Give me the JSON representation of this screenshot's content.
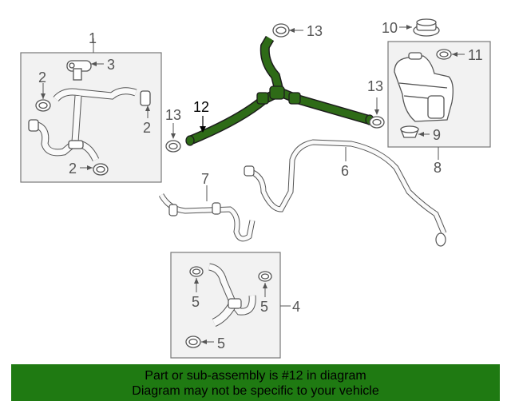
{
  "callouts": {
    "c1": "1",
    "c2a": "2",
    "c2b": "2",
    "c2c": "2",
    "c3": "3",
    "c4": "4",
    "c5a": "5",
    "c5b": "5",
    "c5c": "5",
    "c6": "6",
    "c7": "7",
    "c8": "8",
    "c9": "9",
    "c10": "10",
    "c11": "11",
    "c12": "12",
    "c13a": "13",
    "c13b": "13",
    "c13c": "13"
  },
  "banner": {
    "line1": "Part or sub-assembly is #12 in diagram",
    "line2": "Diagram may not be specific to your vehicle"
  },
  "colors": {
    "highlight": "#2e6b17",
    "banner": "#1f7a12",
    "linework": "#555555"
  }
}
